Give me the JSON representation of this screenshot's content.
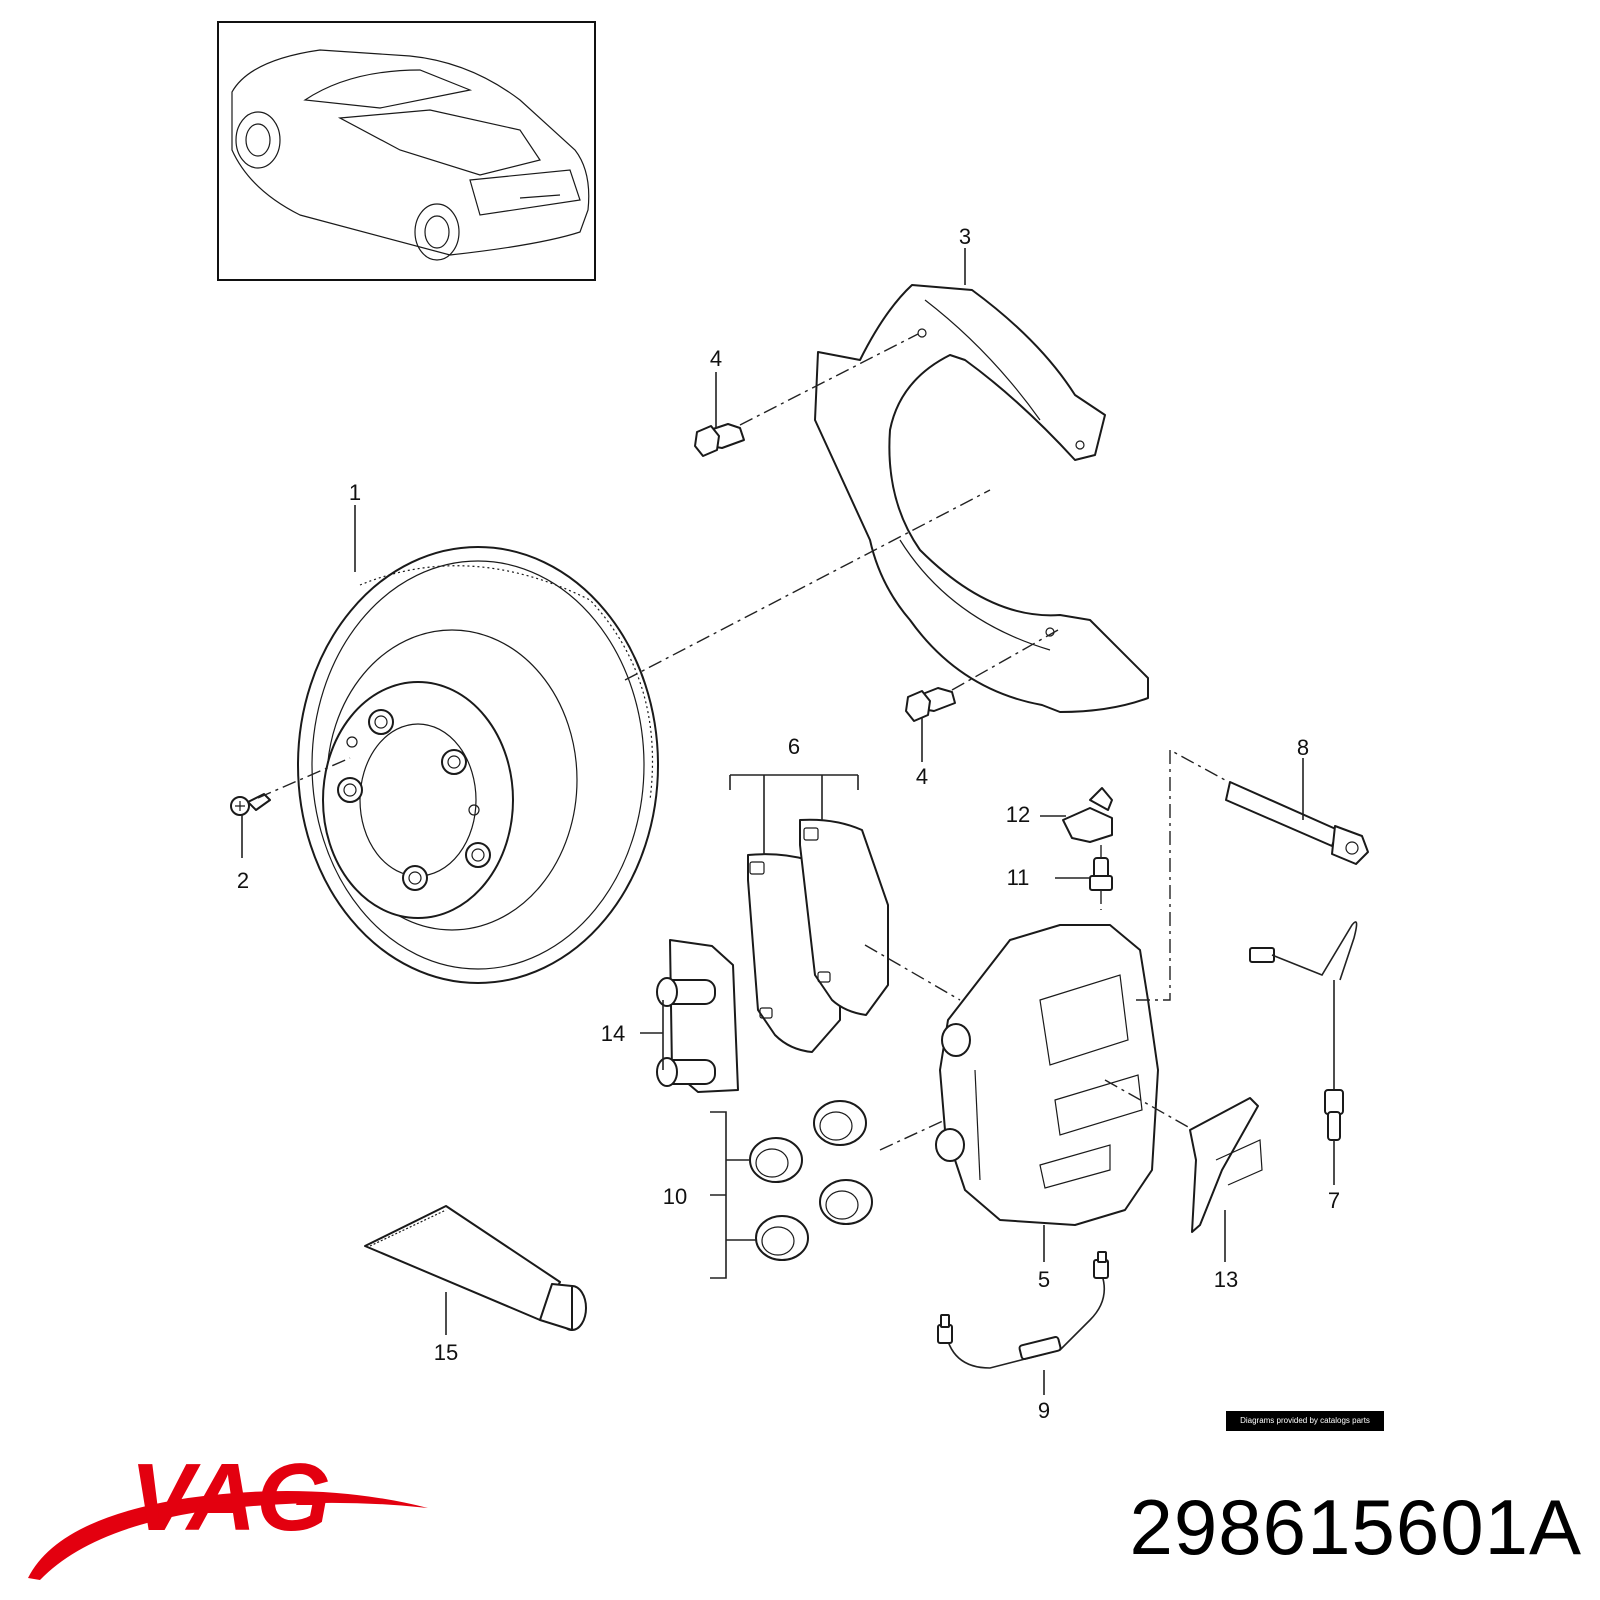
{
  "brand": {
    "name": "VAG",
    "color": "#e3000f"
  },
  "part_number": "298615601A",
  "credit": "Diagrams provided by catalogs parts",
  "callouts": [
    "1",
    "2",
    "3",
    "4",
    "4",
    "5",
    "6",
    "7",
    "8",
    "9",
    "10",
    "11",
    "12",
    "13",
    "14",
    "15"
  ],
  "icons": [
    "car-overview-icon",
    "brake-disc-icon",
    "dust-shield-icon",
    "bolt-icon",
    "brake-caliper-icon",
    "brake-pad-icon",
    "wear-sensor-icon",
    "brake-line-icon",
    "grease-tube-icon"
  ]
}
